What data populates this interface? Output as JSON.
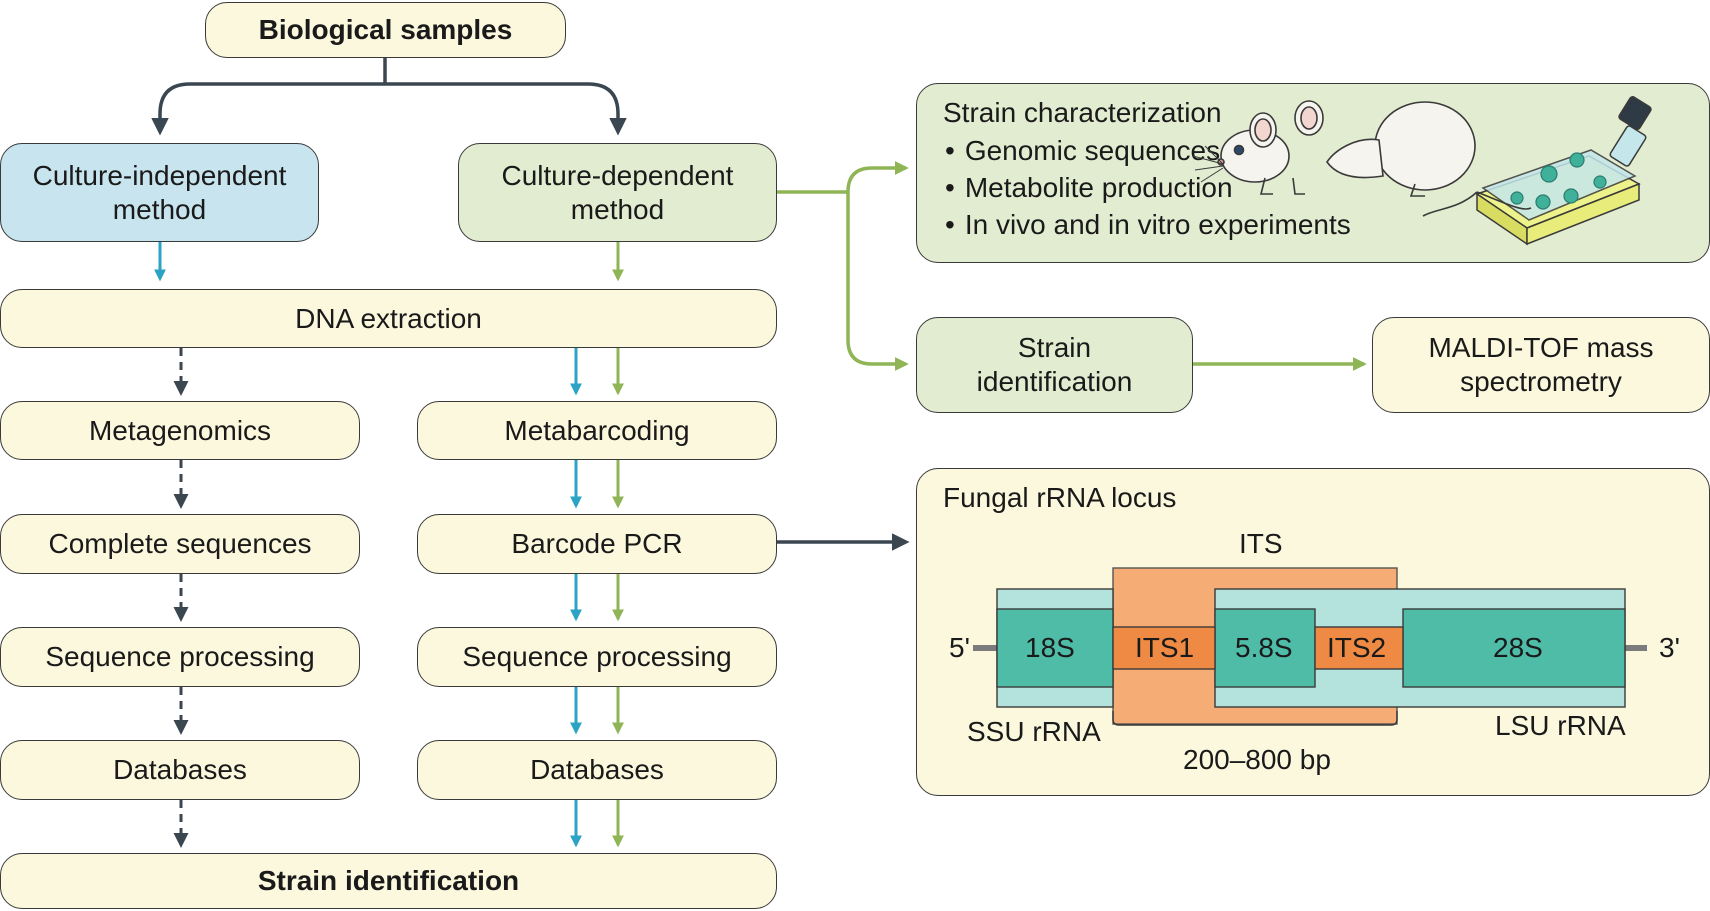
{
  "title": "Biological samples",
  "branches": {
    "independent": "Culture-independent method",
    "dependent": "Culture-dependent method"
  },
  "dna_extraction": "DNA extraction",
  "left_chain": [
    "Metagenomics",
    "Complete sequences",
    "Sequence processing",
    "Databases"
  ],
  "right_chain": [
    "Metabarcoding",
    "Barcode PCR",
    "Sequence processing",
    "Databases"
  ],
  "final": "Strain identification",
  "characterization": {
    "title": "Strain characterization",
    "bullets": [
      "Genomic sequences",
      "Metabolite production",
      "In vivo and in vitro experiments"
    ]
  },
  "strain_id_box": "Strain identification",
  "maldi": "MALDI-TOF mass spectrometry",
  "locus": {
    "title": "Fungal rRNA locus",
    "its": "ITS",
    "five_prime": "5'",
    "three_prime": "3'",
    "segments": {
      "s18": "18S",
      "its1": "ITS1",
      "s58": "5.8S",
      "its2": "ITS2",
      "s28": "28S"
    },
    "ssu": "SSU rRNA",
    "lsu": "LSU rRNA",
    "length": "200–800 bp"
  },
  "colors": {
    "cream": "#fbf8dd",
    "blue_box": "#c8e4ee",
    "green_box": "#e2ecd0",
    "blue_arrow": "#2aa3c4",
    "green_arrow": "#8fb556",
    "dark_arrow": "#3a4650",
    "teal": "#4fbca8",
    "orange": "#f4a064"
  }
}
